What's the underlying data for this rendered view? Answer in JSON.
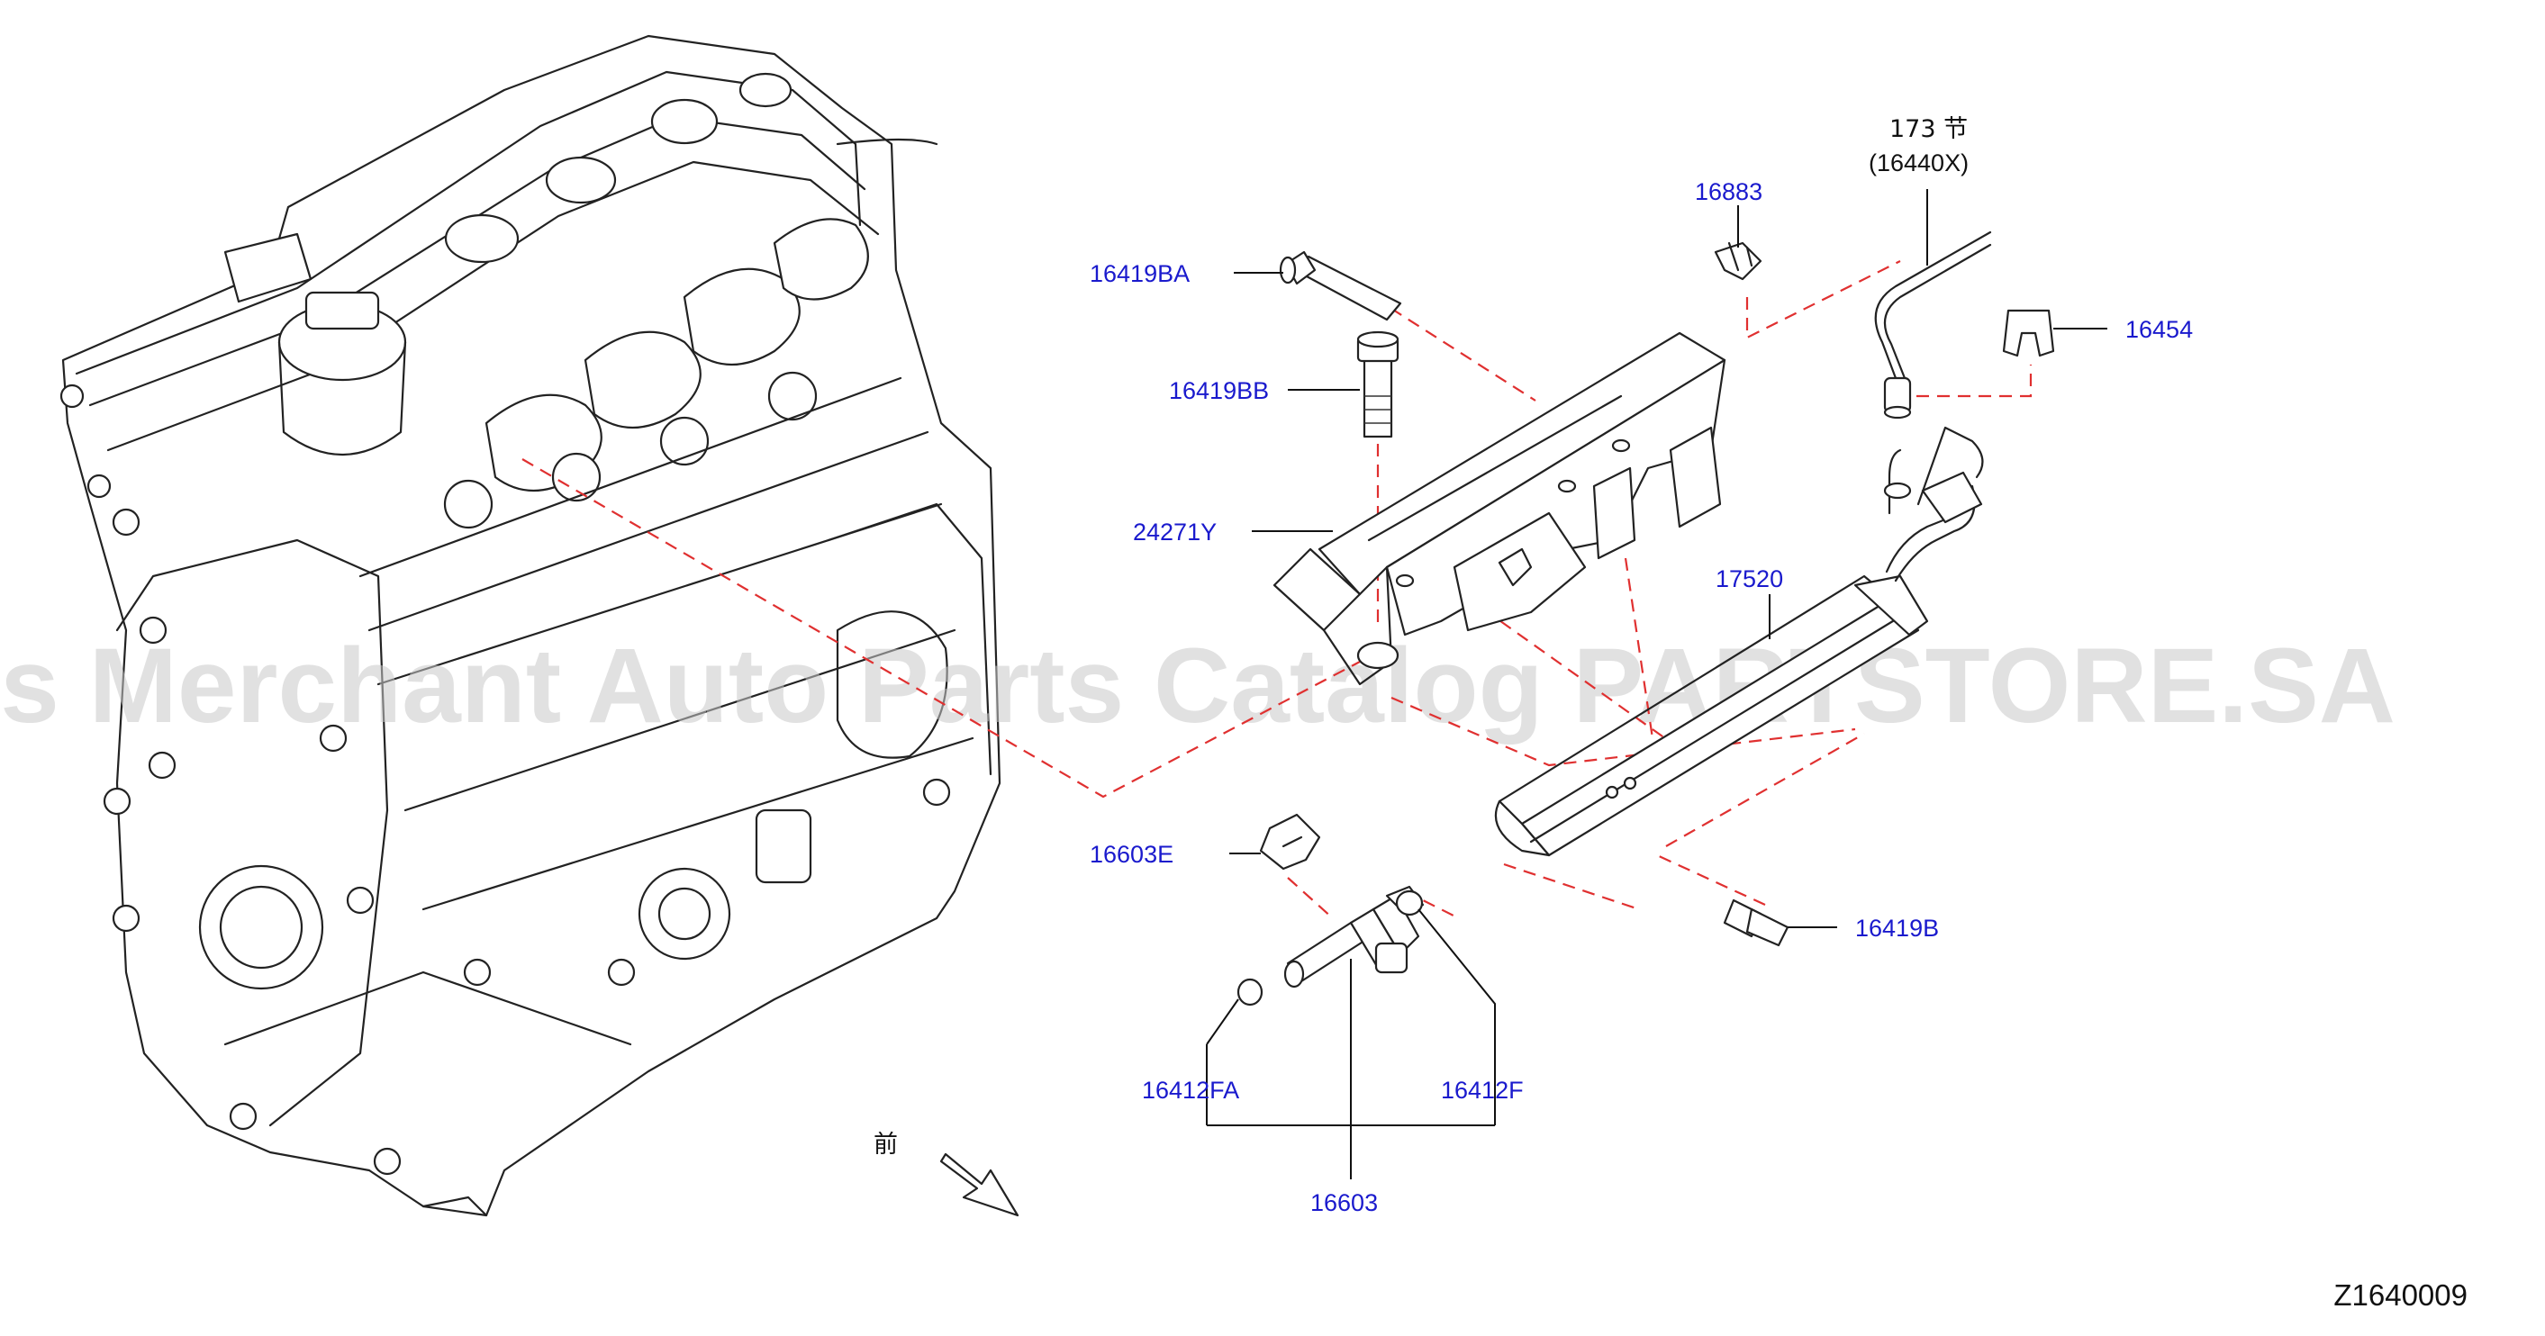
{
  "diagram": {
    "code": "Z1640009",
    "watermark": "Offers Merchant Auto Parts Catalog PARTSTORE.SA",
    "front_marker": "前",
    "section_ref": {
      "line1": "173 节",
      "line2": "(16440X)"
    },
    "parts": [
      {
        "id": "16419BA",
        "label": "16419BA"
      },
      {
        "id": "16419BB",
        "label": "16419BB"
      },
      {
        "id": "24271Y",
        "label": "24271Y"
      },
      {
        "id": "16883",
        "label": "16883"
      },
      {
        "id": "16454",
        "label": "16454"
      },
      {
        "id": "17520",
        "label": "17520"
      },
      {
        "id": "16603E",
        "label": "16603E"
      },
      {
        "id": "16419B",
        "label": "16419B"
      },
      {
        "id": "16412FA",
        "label": "16412FA"
      },
      {
        "id": "16412F",
        "label": "16412F"
      },
      {
        "id": "16603",
        "label": "16603"
      }
    ]
  }
}
